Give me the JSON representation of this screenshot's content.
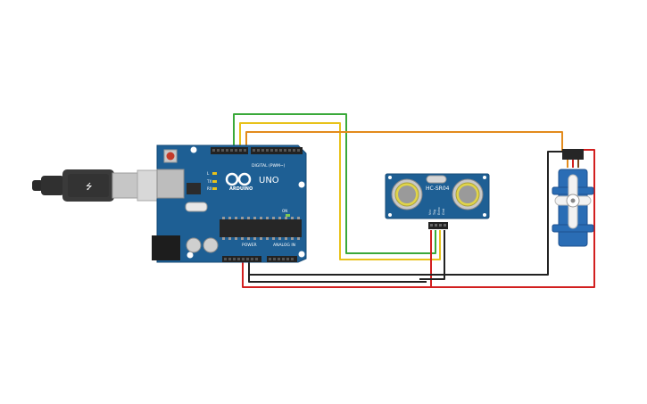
{
  "arduino": {
    "brand": "ARDUINO",
    "model": "UNO",
    "digital_header_label": "DIGITAL (PWM~)",
    "power_label": "POWER",
    "analog_label": "ANALOG IN",
    "tx_label": "TX",
    "rx_label": "RX",
    "l_label": "L",
    "on_label": "ON"
  },
  "sensor": {
    "model": "HC-SR04",
    "pins": [
      "Vcc",
      "Trig",
      "Echo",
      "Gnd"
    ]
  },
  "colors": {
    "board": "#1e5f94",
    "wire_green": "#3aa93a",
    "wire_yellow": "#e8c21a",
    "wire_orange": "#e38b1c",
    "wire_red": "#d21f1f",
    "wire_black": "#222222",
    "servo": "#2a6db5"
  }
}
